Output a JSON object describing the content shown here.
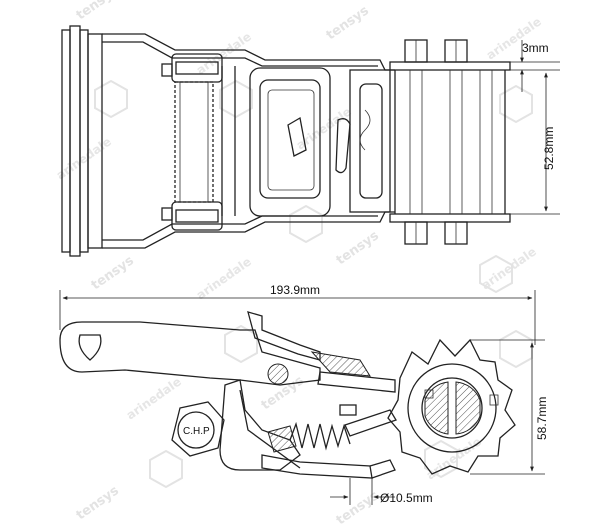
{
  "dimensions": {
    "thickness": "3mm",
    "width": "52.8mm",
    "length": "193.9mm",
    "height": "58.7mm",
    "diameter": "Ø10.5mm"
  },
  "labels": {
    "chp": "C.H.P"
  },
  "watermarks": {
    "tensys": "tensys",
    "arinedale": "arinedale"
  },
  "colors": {
    "line": "#222222",
    "watermark": "#e3e3e3"
  }
}
